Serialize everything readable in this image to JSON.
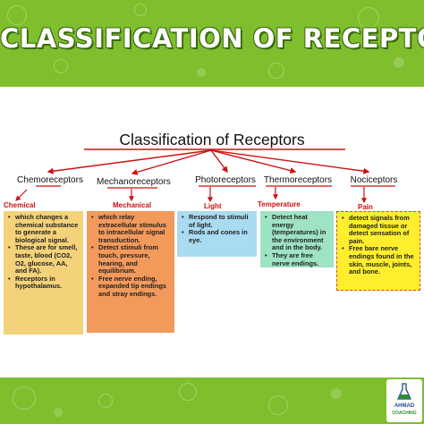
{
  "banner": {
    "title": "CLASSIFICATION OF RECEPTORS"
  },
  "diagram": {
    "heading": "Classification of Receptors",
    "receptors": [
      {
        "name": "Chemoreceptors",
        "stimulus": "Chemical",
        "points": [
          "which changes a chemical substance to generate a biological signal.",
          "These are for smell, taste, blood (CO2, O2, glucose, AA, and FA).",
          "Receptors in hypothalamus."
        ]
      },
      {
        "name": "Mechanoreceptors",
        "stimulus": "Mechanical",
        "points": [
          "which relay extracellular stimulus to intracellular signal transduction.",
          "Detect stimuli from touch, pressure, hearing, and equilibrium.",
          "Free nerve ending, expanded tip endings and stray endings."
        ]
      },
      {
        "name": "Photoreceptors",
        "stimulus": "Light",
        "points": [
          "Respond to stimuli of light.",
          "Rods and cones in eye."
        ]
      },
      {
        "name": "Thermoreceptors",
        "stimulus": "Temperature",
        "points": [
          "Detect heat energy (temperatures) in the environment and in the body.",
          "They are free nerve endings."
        ]
      },
      {
        "name": "Nociceptors",
        "stimulus": "Pain",
        "points": [
          "detect signals from damaged tissue or detect sensation of pain.",
          "Free bare nerve endings found in the skin, muscle, joints, and bone."
        ]
      }
    ]
  },
  "logo": {
    "name": "AHMAD",
    "sub": "COACHING",
    "icon": "flask-icon"
  },
  "colors": {
    "banner_green": "#7fbf2e",
    "arrow_red": "#cc1111",
    "chem_box": "#f4d27a",
    "mech_box": "#f29a5c",
    "photo_box": "#a9dbf1",
    "thermo_box": "#9ee3c4",
    "noci_box": "#ffee2e"
  }
}
